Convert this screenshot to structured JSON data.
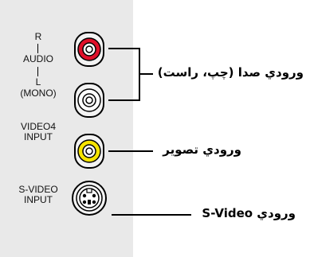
{
  "panel_labels": {
    "audio_r": "R",
    "audio_l": "L",
    "audio": "AUDIO",
    "mono": "(MONO)",
    "video4_l1": "VIDEO4",
    "video4_l2": "INPUT",
    "svideo_l1": "S-VIDEO",
    "svideo_l2": "INPUT"
  },
  "callouts": {
    "audio": "ورودي صدا (چپ، راست)",
    "video": "ورودي تصوير",
    "svideo": "ورودي S-Video"
  },
  "colors": {
    "panel": "#e9e9e9",
    "jack_red": "#e0102a",
    "jack_white": "#ffffff",
    "jack_yellow": "#f6e400"
  }
}
